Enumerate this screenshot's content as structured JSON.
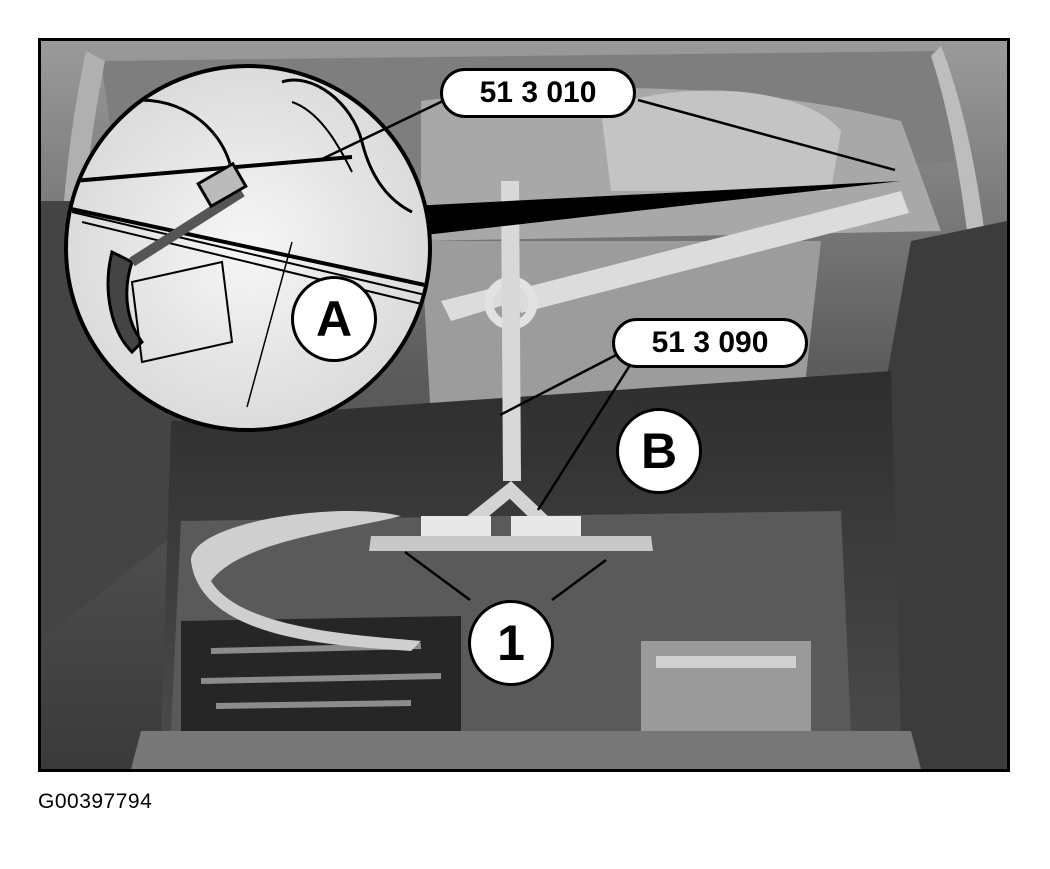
{
  "figure": {
    "id": "G00397794",
    "tool_labels": {
      "upper": "51 3 010",
      "middle": "51 3 090"
    },
    "callouts": {
      "a": "A",
      "b": "B",
      "one": "1"
    }
  },
  "colors": {
    "frame": "#000000",
    "label_fill": "#ffffff",
    "photo_dark": "#3a3a3a",
    "photo_mid": "#8a8a8a",
    "photo_light": "#d6d6d6"
  }
}
